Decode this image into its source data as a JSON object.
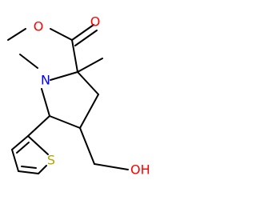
{
  "molecule": {
    "colors": {
      "bond": "#000000",
      "oxygen": "#ff0000",
      "nitrogen": "#0000ff",
      "sulfur": "#b3a200",
      "background": "#ffffff"
    },
    "atoms": [
      {
        "id": "o_carbonyl",
        "label": "O",
        "element": "oxygen"
      },
      {
        "id": "o_ester",
        "label": "O",
        "element": "oxygen"
      },
      {
        "id": "n_ring",
        "label": "N",
        "element": "nitrogen"
      },
      {
        "id": "s_thiophene",
        "label": "S",
        "element": "sulfur"
      },
      {
        "id": "oh_group",
        "label": "OH",
        "element": "oxygen"
      }
    ]
  }
}
